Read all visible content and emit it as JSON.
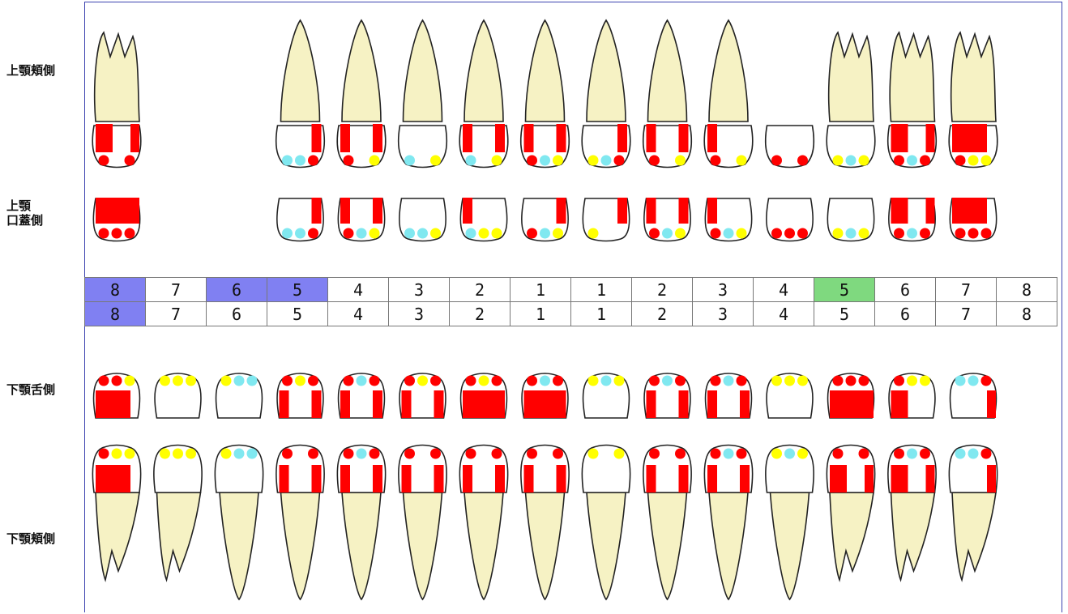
{
  "labels": {
    "upper_buccal": "上顎頬側",
    "upper_palatal": "上顎\n口蓋側",
    "lower_lingual": "下顎舌側",
    "lower_buccal": "下顎頬側"
  },
  "colors": {
    "filling": "#ff0000",
    "dot_red": "#ff0000",
    "dot_yellow": "#ffff00",
    "dot_cyan": "#80e8f0",
    "root": "#f6f2c4",
    "outline": "#222222",
    "selected_blue": "#8080f2",
    "selected_green": "#7fd97f",
    "panel_border": "#3c43b0"
  },
  "tooth_numbers": {
    "upper": [
      "8",
      "7",
      "6",
      "5",
      "4",
      "3",
      "2",
      "1",
      "1",
      "2",
      "3",
      "4",
      "5",
      "6",
      "7",
      "8"
    ],
    "lower": [
      "8",
      "7",
      "6",
      "5",
      "4",
      "3",
      "2",
      "1",
      "1",
      "2",
      "3",
      "4",
      "5",
      "6",
      "7",
      "8"
    ],
    "upper_highlight": [
      "blue",
      "",
      "blue",
      "blue",
      "",
      "",
      "",
      "",
      "",
      "",
      "",
      "",
      "green",
      "",
      "",
      ""
    ],
    "lower_highlight": [
      "blue",
      "",
      "",
      "",
      "",
      "",
      "",
      "",
      "",
      "",
      "",
      "",
      "",
      "",
      "",
      ""
    ]
  },
  "upper_teeth": [
    {
      "present": true,
      "molar": true,
      "buccal_fill": [
        1,
        0,
        1
      ],
      "buccal_dots": [
        "r",
        "",
        "r"
      ],
      "palatal_fill": [
        1,
        1,
        1
      ],
      "palatal_dots": [
        "r",
        "r",
        "r"
      ]
    },
    {
      "present": false
    },
    {
      "present": false
    },
    {
      "present": true,
      "molar": false,
      "buccal_fill": [
        0,
        0,
        1
      ],
      "buccal_dots": [
        "c",
        "c",
        "r"
      ],
      "palatal_fill": [
        0,
        0,
        1
      ],
      "palatal_dots": [
        "c",
        "c",
        "r"
      ]
    },
    {
      "present": true,
      "molar": false,
      "buccal_fill": [
        1,
        0,
        1
      ],
      "buccal_dots": [
        "r",
        "",
        "y"
      ],
      "palatal_fill": [
        1,
        0,
        1
      ],
      "palatal_dots": [
        "r",
        "c",
        "y"
      ]
    },
    {
      "present": true,
      "molar": false,
      "buccal_fill": [
        0,
        0,
        0
      ],
      "buccal_dots": [
        "c",
        "",
        "y"
      ],
      "palatal_fill": [
        0,
        0,
        0
      ],
      "palatal_dots": [
        "c",
        "c",
        "y"
      ]
    },
    {
      "present": true,
      "molar": false,
      "buccal_fill": [
        1,
        0,
        1
      ],
      "buccal_dots": [
        "c",
        "",
        "y"
      ],
      "palatal_fill": [
        1,
        0,
        0
      ],
      "palatal_dots": [
        "c",
        "y",
        "y"
      ]
    },
    {
      "present": true,
      "molar": false,
      "buccal_fill": [
        1,
        0,
        1
      ],
      "buccal_dots": [
        "r",
        "c",
        "y"
      ],
      "palatal_fill": [
        0,
        0,
        1
      ],
      "palatal_dots": [
        "r",
        "c",
        "y"
      ]
    },
    {
      "present": true,
      "molar": false,
      "buccal_fill": [
        0,
        0,
        1
      ],
      "buccal_dots": [
        "y",
        "c",
        "r"
      ],
      "palatal_fill": [
        0,
        0,
        1
      ],
      "palatal_dots": [
        "y",
        "",
        ""
      ]
    },
    {
      "present": true,
      "molar": false,
      "buccal_fill": [
        1,
        0,
        1
      ],
      "buccal_dots": [
        "r",
        "",
        "y"
      ],
      "palatal_fill": [
        1,
        0,
        1
      ],
      "palatal_dots": [
        "r",
        "c",
        "y"
      ]
    },
    {
      "present": true,
      "molar": false,
      "buccal_fill": [
        1,
        0,
        0
      ],
      "buccal_dots": [
        "r",
        "",
        "y"
      ],
      "palatal_fill": [
        1,
        0,
        0
      ],
      "palatal_dots": [
        "r",
        "c",
        "y"
      ]
    },
    {
      "present": true,
      "molar": false,
      "crown_only": true,
      "buccal_fill": [
        0,
        0,
        0
      ],
      "buccal_dots": [
        "r",
        "",
        "r"
      ],
      "palatal_fill": [
        0,
        0,
        0
      ],
      "palatal_dots": [
        "r",
        "r",
        "r"
      ]
    },
    {
      "present": true,
      "molar": true,
      "buccal_fill": [
        0,
        0,
        0
      ],
      "buccal_dots": [
        "y",
        "c",
        "y"
      ],
      "palatal_fill": [
        0,
        0,
        0
      ],
      "palatal_dots": [
        "y",
        "c",
        "y"
      ]
    },
    {
      "present": true,
      "molar": true,
      "buccal_fill": [
        1,
        0,
        1
      ],
      "buccal_dots": [
        "r",
        "c",
        "r"
      ],
      "palatal_fill": [
        1,
        0,
        1
      ],
      "palatal_dots": [
        "r",
        "c",
        "r"
      ]
    },
    {
      "present": true,
      "molar": true,
      "buccal_fill": [
        1,
        1,
        0
      ],
      "buccal_dots": [
        "r",
        "y",
        "y"
      ],
      "palatal_fill": [
        1,
        1,
        0
      ],
      "palatal_dots": [
        "r",
        "r",
        "r"
      ]
    }
  ],
  "lower_teeth": [
    {
      "molar": true,
      "lingual_fill": [
        1,
        1,
        0
      ],
      "lingual_dots": [
        "r",
        "r",
        "y"
      ],
      "buccal_fill": [
        1,
        1,
        0
      ],
      "buccal_dots": [
        "r",
        "y",
        "y"
      ]
    },
    {
      "molar": true,
      "lingual_fill": [
        0,
        0,
        0
      ],
      "lingual_dots": [
        "y",
        "y",
        "y"
      ],
      "buccal_fill": [
        0,
        0,
        0
      ],
      "buccal_dots": [
        "y",
        "y",
        "y"
      ]
    },
    {
      "molar": false,
      "lingual_fill": [
        0,
        0,
        0
      ],
      "lingual_dots": [
        "y",
        "c",
        "c"
      ],
      "buccal_fill": [
        0,
        0,
        0
      ],
      "buccal_dots": [
        "y",
        "c",
        "c"
      ]
    },
    {
      "molar": false,
      "lingual_fill": [
        1,
        0,
        1
      ],
      "lingual_dots": [
        "r",
        "y",
        "r"
      ],
      "buccal_fill": [
        1,
        0,
        1
      ],
      "buccal_dots": [
        "r",
        "",
        "r"
      ]
    },
    {
      "molar": false,
      "lingual_fill": [
        1,
        0,
        1
      ],
      "lingual_dots": [
        "r",
        "c",
        "r"
      ],
      "buccal_fill": [
        1,
        0,
        1
      ],
      "buccal_dots": [
        "r",
        "c",
        "r"
      ]
    },
    {
      "molar": false,
      "lingual_fill": [
        1,
        0,
        1
      ],
      "lingual_dots": [
        "r",
        "y",
        "r"
      ],
      "buccal_fill": [
        1,
        0,
        1
      ],
      "buccal_dots": [
        "r",
        "",
        "r"
      ]
    },
    {
      "molar": false,
      "lingual_fill": [
        1,
        1,
        1
      ],
      "lingual_dots": [
        "r",
        "y",
        "r"
      ],
      "buccal_fill": [
        1,
        0,
        1
      ],
      "buccal_dots": [
        "r",
        "",
        "r"
      ]
    },
    {
      "molar": false,
      "lingual_fill": [
        1,
        1,
        1
      ],
      "lingual_dots": [
        "r",
        "c",
        "r"
      ],
      "buccal_fill": [
        1,
        0,
        1
      ],
      "buccal_dots": [
        "r",
        "",
        "r"
      ]
    },
    {
      "molar": false,
      "lingual_fill": [
        0,
        0,
        0
      ],
      "lingual_dots": [
        "y",
        "c",
        "y"
      ],
      "buccal_fill": [
        0,
        0,
        0
      ],
      "buccal_dots": [
        "y",
        "",
        "y"
      ]
    },
    {
      "molar": false,
      "lingual_fill": [
        1,
        0,
        1
      ],
      "lingual_dots": [
        "r",
        "c",
        "r"
      ],
      "buccal_fill": [
        1,
        0,
        1
      ],
      "buccal_dots": [
        "r",
        "",
        "r"
      ]
    },
    {
      "molar": false,
      "lingual_fill": [
        1,
        0,
        1
      ],
      "lingual_dots": [
        "r",
        "c",
        "r"
      ],
      "buccal_fill": [
        1,
        0,
        1
      ],
      "buccal_dots": [
        "r",
        "c",
        "r"
      ]
    },
    {
      "molar": false,
      "lingual_fill": [
        0,
        0,
        0
      ],
      "lingual_dots": [
        "y",
        "y",
        "y"
      ],
      "buccal_fill": [
        0,
        0,
        0
      ],
      "buccal_dots": [
        "y",
        "c",
        "y"
      ]
    },
    {
      "molar": true,
      "lingual_fill": [
        1,
        1,
        1
      ],
      "lingual_dots": [
        "r",
        "r",
        "r"
      ],
      "buccal_fill": [
        1,
        0,
        1
      ],
      "buccal_dots": [
        "r",
        "",
        "r"
      ]
    },
    {
      "molar": true,
      "lingual_fill": [
        1,
        0,
        0
      ],
      "lingual_dots": [
        "r",
        "y",
        "y"
      ],
      "buccal_fill": [
        1,
        0,
        1
      ],
      "buccal_dots": [
        "r",
        "c",
        "r"
      ]
    },
    {
      "molar": true,
      "lingual_fill": [
        0,
        0,
        1
      ],
      "lingual_dots": [
        "c",
        "c",
        "r"
      ],
      "buccal_fill": [
        0,
        0,
        1
      ],
      "buccal_dots": [
        "c",
        "c",
        "r"
      ]
    }
  ]
}
